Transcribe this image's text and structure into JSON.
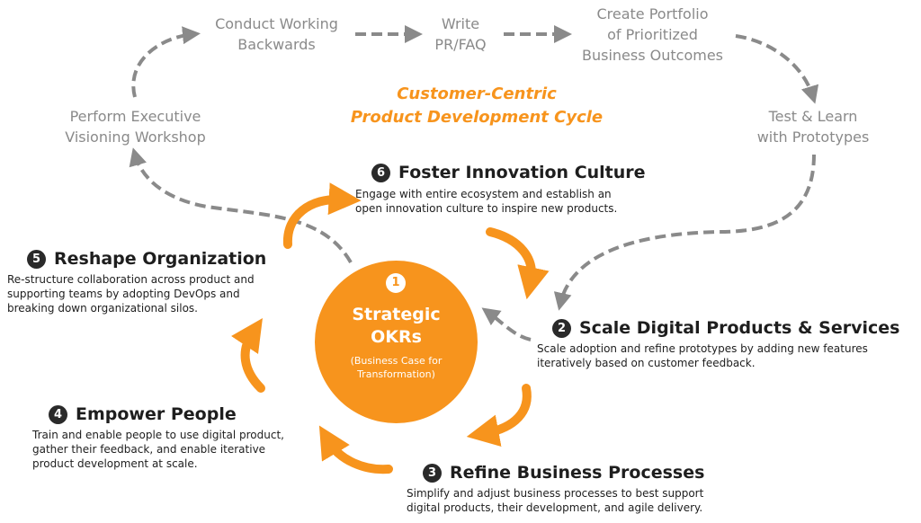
{
  "cycle": {
    "title_lines": [
      "Customer-Centric",
      "Product Development Cycle"
    ],
    "steps": {
      "visioning": [
        "Perform Executive",
        "Visioning Workshop"
      ],
      "working_backwards": [
        "Conduct Working",
        "Backwards"
      ],
      "prfaq": [
        "Write",
        "PR/FAQ"
      ],
      "portfolio": [
        "Create Portfolio",
        "of Prioritized",
        "Business Outcomes"
      ],
      "test_learn": [
        "Test & Learn",
        "with Prototypes"
      ]
    }
  },
  "center": {
    "number": "1",
    "title_lines": [
      "Strategic",
      "OKRs"
    ],
    "subtitle_lines": [
      "(Business Case for",
      "Transformation)"
    ]
  },
  "stages": [
    {
      "number": "2",
      "heading": "Scale Digital Products & Services",
      "description": [
        "Scale adoption and refine prototypes by adding new features",
        "iteratively based on customer feedback."
      ]
    },
    {
      "number": "3",
      "heading": "Refine Business Processes",
      "description": [
        "Simplify and adjust business processes to best support",
        "digital products, their development, and agile delivery."
      ]
    },
    {
      "number": "4",
      "heading": "Empower People",
      "description": [
        "Train and enable people to use digital product,",
        "gather their feedback, and enable iterative",
        "product development at scale."
      ]
    },
    {
      "number": "5",
      "heading": "Reshape Organization",
      "description": [
        "Re-structure collaboration across product and",
        "supporting teams by adopting DevOps and",
        "breaking down organizational silos."
      ]
    },
    {
      "number": "6",
      "heading": "Foster Innovation Culture",
      "description": [
        "Engage with entire ecosystem and establish an",
        "open innovation culture to inspire new products."
      ]
    }
  ],
  "colors": {
    "accent": "#f7941d",
    "dashed_arrow": "#8a8a8a",
    "cycle_text": "#8a8a8a",
    "badge": "#2a2a2a",
    "text": "#1e1e1e"
  }
}
